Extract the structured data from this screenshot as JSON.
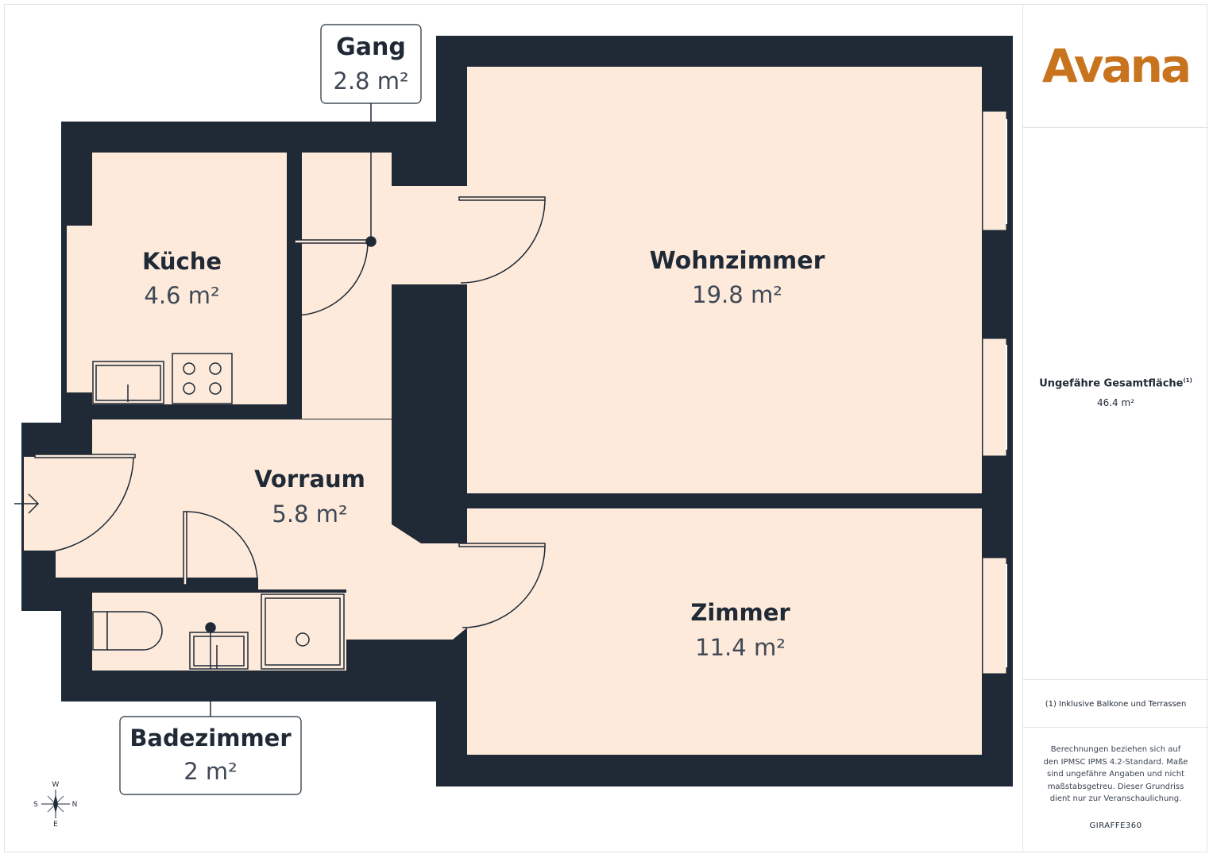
{
  "brand": {
    "logo_text": "Avana",
    "logo_color": "#c8731d",
    "footer_brand": "GIRAFFE360"
  },
  "colors": {
    "wall": "#1f2a36",
    "floor": "#fdeadb",
    "panel_border": "#e3e3e3"
  },
  "rooms": [
    {
      "id": "gang",
      "name": "Gang",
      "area": "2.8 m²"
    },
    {
      "id": "kueche",
      "name": "Küche",
      "area": "4.6 m²"
    },
    {
      "id": "wohnzimmer",
      "name": "Wohnzimmer",
      "area": "19.8 m²"
    },
    {
      "id": "vorraum",
      "name": "Vorraum",
      "area": "5.8 m²"
    },
    {
      "id": "zimmer",
      "name": "Zimmer",
      "area": "11.4 m²"
    },
    {
      "id": "badezimmer",
      "name": "Badezimmer",
      "area": "2 m²"
    }
  ],
  "summary": {
    "total_label": "Ungefähre Gesamtfläche",
    "total_footnote_mark": "(1)",
    "total_value": "46.4 m²",
    "footnote": "(1) Inklusive Balkone und Terrassen",
    "disclaimer": "Berechnungen beziehen sich auf den IPMSC IPMS 4.2-Standard. Maße sind ungefähre Angaben und nicht maßstabsgetreu. Dieser Grundriss dient nur zur Veranschaulichung."
  },
  "compass": {
    "w": "W",
    "s": "S",
    "n": "N",
    "e": "E"
  },
  "icons": {
    "entrance": "entrance-arrow-icon",
    "compass": "compass-rose-icon"
  }
}
